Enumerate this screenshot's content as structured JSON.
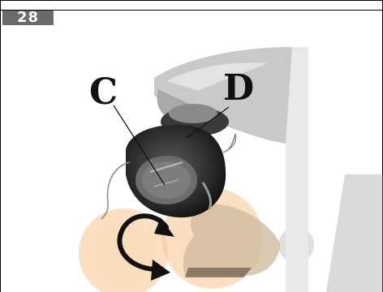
{
  "figure": {
    "number": "28",
    "callouts": [
      "C",
      "D"
    ]
  },
  "icons": [
    "rotation-arrow-icon"
  ],
  "colors": {
    "badge": "#6b6b6b",
    "watermark_orange": "#f2a24a",
    "watermark_gray": "#9a9a9a"
  }
}
